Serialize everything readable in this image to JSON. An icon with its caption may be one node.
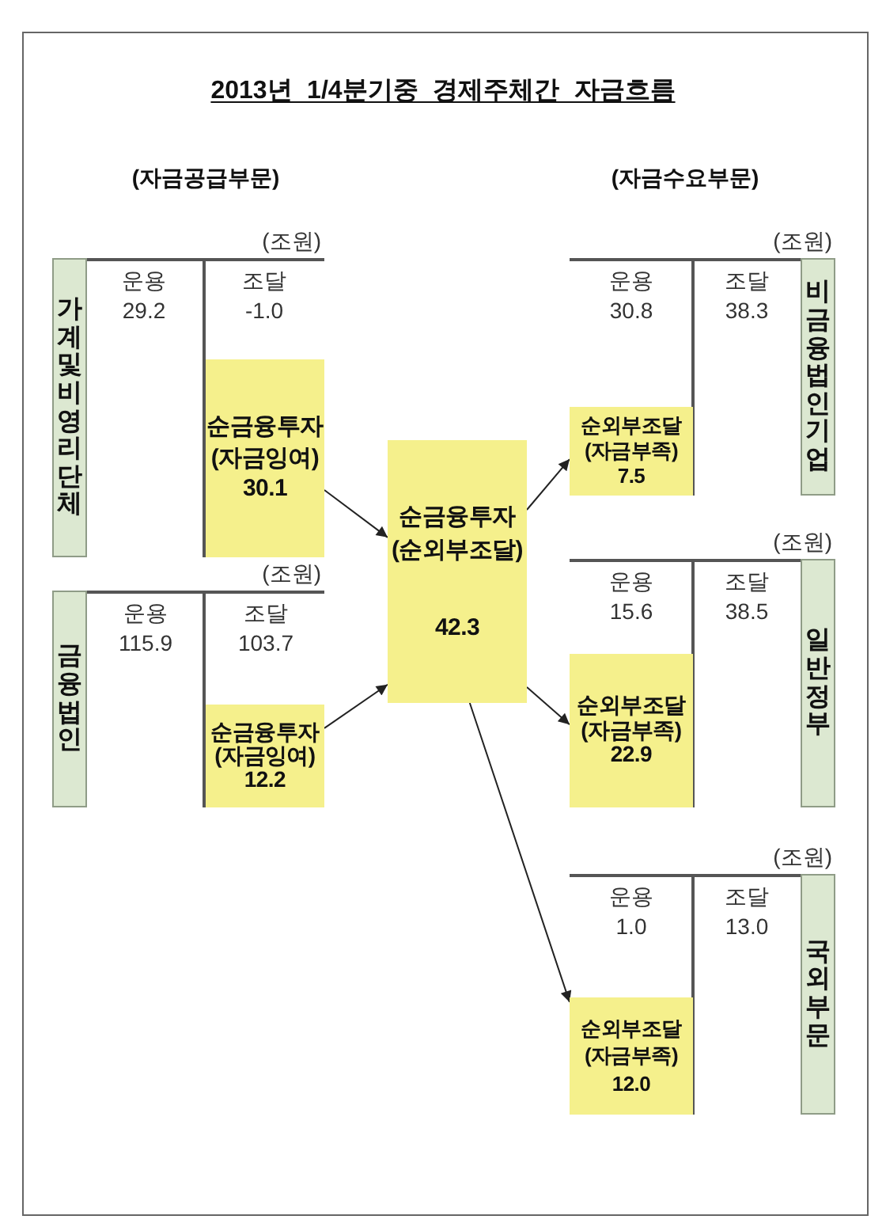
{
  "diagram": {
    "title": "2013년 1/4분기중 경제주체간 자금흐름",
    "nodes": [
      {
        "text": [
          "가계및비영리단체"
        ]
      },
      {
        "text": [
          "순금융투자 (자금잉여)",
          "30.1"
        ]
      },
      {
        "text": [
          "금융법인"
        ]
      },
      {
        "text": [
          "순금융투자 (자금잉여)",
          "12.2"
        ]
      },
      {
        "text": [
          "순금융투자 (순외부조달)",
          "42.3"
        ]
      },
      {
        "text": [
          "순외부조달 (자금부족)",
          "7.5"
        ]
      },
      {
        "text": [
          "비금융법인기업"
        ]
      },
      {
        "text": [
          "순외부조달 (자금부족)",
          "22.9"
        ]
      },
      {
        "text": [
          "일반정부"
        ]
      },
      {
        "text": [
          "순외부조달 (자금부족)",
          "12.0"
        ]
      },
      {
        "text": [
          "국외부문"
        ]
      }
    ],
    "edges": [
      {
        "from": 1,
        "to": 4,
        "arrow": "to"
      },
      {
        "from": 3,
        "to": 4,
        "arrow": "to"
      },
      {
        "from": 4,
        "to": 5,
        "arrow": "to"
      },
      {
        "from": 4,
        "to": 7,
        "arrow": "to"
      },
      {
        "from": 4,
        "to": 9,
        "arrow": "to"
      }
    ],
    "labels": [
      "(자금공급부문)",
      "(자금수요부문)",
      "(조원)",
      "운용",
      "조달",
      "29.2",
      "-1.0",
      "(조원)",
      "운용",
      "조달",
      "30.8",
      "38.3",
      "(조원)",
      "운용",
      "조달",
      "115.9",
      "103.7",
      "(조원)",
      "운용",
      "조달",
      "15.6",
      "38.5",
      "(조원)",
      "운용",
      "조달",
      "1.0",
      "13.0"
    ]
  }
}
